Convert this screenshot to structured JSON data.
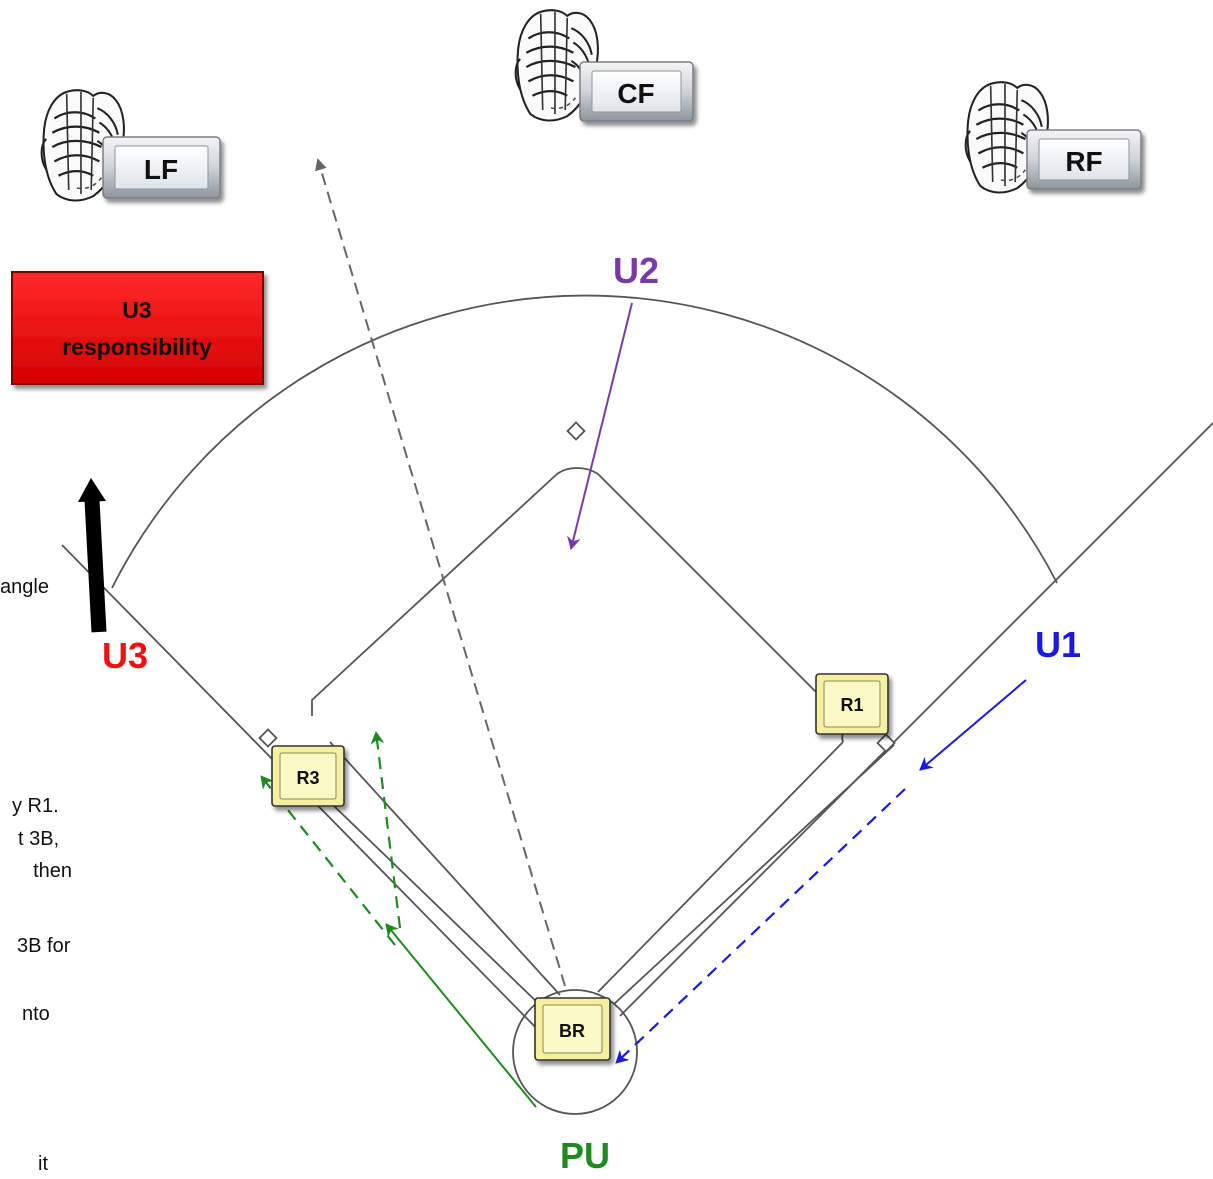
{
  "colors": {
    "u1": "#1a1adc",
    "u2": "#7a3aa8",
    "u3": "#ee1111",
    "pu": "#1f8a1f",
    "responsibility_box": "#e81010",
    "runner_box": "#f5f0a0",
    "field_line": "#555555",
    "gray_arrow": "#666666"
  },
  "outfielders": [
    {
      "label": "LF",
      "icon": "glove-icon"
    },
    {
      "label": "CF",
      "icon": "glove-icon"
    },
    {
      "label": "RF",
      "icon": "glove-icon"
    }
  ],
  "umpires": {
    "u1": "U1",
    "u2": "U2",
    "u3": "U3",
    "pu": "PU"
  },
  "runners": {
    "r1": "R1",
    "r3": "R3",
    "br": "BR"
  },
  "responsibility": {
    "line1": "U3",
    "line2": "responsibility"
  },
  "side_text": [
    "angle",
    "y R1.",
    "t 3B,",
    "  then",
    "3B for",
    "nto",
    "it"
  ]
}
